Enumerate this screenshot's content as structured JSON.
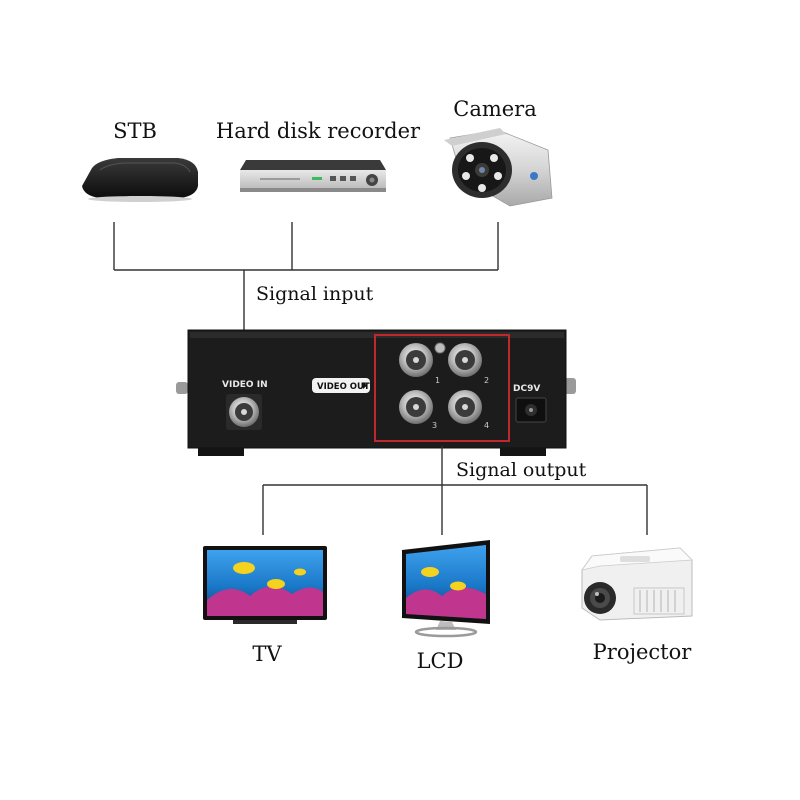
{
  "diagram": {
    "inputs": [
      {
        "label": "STB",
        "icon": "set-top-box-icon"
      },
      {
        "label": "Hard disk recorder",
        "icon": "dvr-icon"
      },
      {
        "label": "Camera",
        "icon": "security-camera-icon"
      }
    ],
    "input_label": "Signal input",
    "output_label": "Signal output",
    "device": {
      "video_in_label": "VIDEO IN",
      "video_out_label": "VIDEO OUT",
      "power_label": "DC9V",
      "port_numbers": [
        "1",
        "2",
        "3",
        "4"
      ]
    },
    "outputs": [
      {
        "label": "TV",
        "icon": "tv-icon"
      },
      {
        "label": "LCD",
        "icon": "lcd-monitor-icon"
      },
      {
        "label": "Projector",
        "icon": "projector-icon"
      }
    ],
    "colors": {
      "highlight_box": "#c0282d",
      "device_body": "#1c1c1c",
      "screen_water": "#1a78c8"
    }
  }
}
